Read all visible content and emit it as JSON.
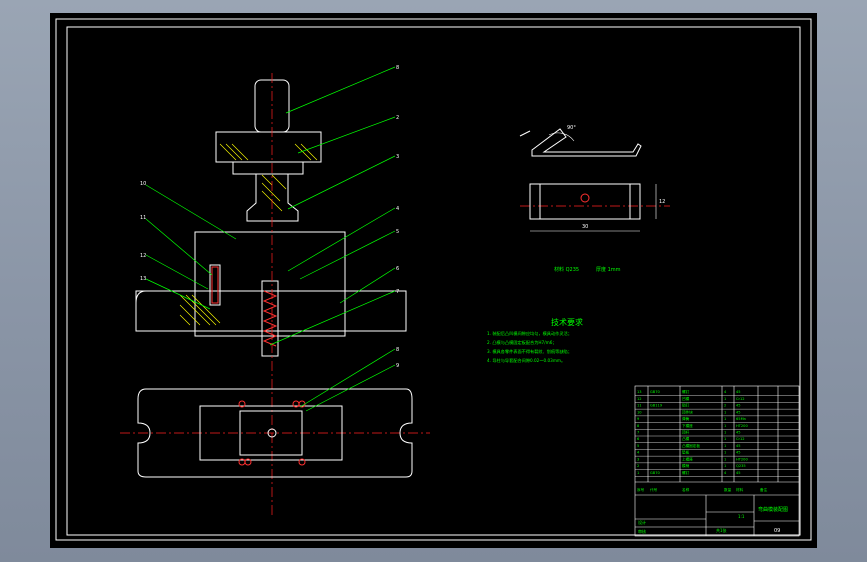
{
  "colors": {
    "background": "#000000",
    "frame": "#ffffff",
    "outline": "#ffffff",
    "leader": "#00ff00",
    "center_line": "#ff2020",
    "hidden": "#ffff00",
    "hatch": "#ffff00",
    "annotation": "#00ff00",
    "title_block_text": "#00ff00"
  },
  "part_numbers": [
    "8",
    "2",
    "3",
    "4",
    "5",
    "6",
    "7",
    "8",
    "9",
    "10",
    "11",
    "12",
    "13"
  ],
  "dimensions": {
    "angle": "90°",
    "length": "30",
    "height": "12"
  },
  "material_line": {
    "material": "材料 Q235",
    "thickness": "厚度 1mm"
  },
  "tech_requirements": {
    "title": "技术要求",
    "items": [
      "1. 装配后凸凹模间隙应均匀，模具动作灵活；",
      "2. 凸模与凸模固定板配合为H7/m6；",
      "3. 模具各零件表面不得有裂纹、划痕等缺陷；",
      "4. 导柱与导套配合间隙0.02～0.03mm。"
    ]
  },
  "title_block": {
    "drawing_title": "弯曲模装配图",
    "scale": "1:1",
    "sheet": "共1张",
    "designer": "设计",
    "checker": "审核",
    "school": "",
    "bom_rows": [
      [
        "13",
        "GB70",
        "螺钉",
        "4",
        "45",
        ""
      ],
      [
        "12",
        "",
        "凹模",
        "1",
        "Cr12",
        ""
      ],
      [
        "11",
        "GB119",
        "销钉",
        "2",
        "45",
        ""
      ],
      [
        "10",
        "",
        "顶件块",
        "1",
        "45",
        ""
      ],
      [
        "9",
        "",
        "弹簧",
        "1",
        "65Mn",
        ""
      ],
      [
        "8",
        "",
        "下模座",
        "1",
        "HT200",
        ""
      ],
      [
        "7",
        "",
        "顶杆",
        "1",
        "45",
        ""
      ],
      [
        "6",
        "",
        "凸模",
        "1",
        "Cr12",
        ""
      ],
      [
        "5",
        "",
        "凸模固定板",
        "1",
        "45",
        ""
      ],
      [
        "4",
        "",
        "垫板",
        "1",
        "45",
        ""
      ],
      [
        "3",
        "",
        "上模座",
        "1",
        "HT200",
        ""
      ],
      [
        "2",
        "",
        "模柄",
        "1",
        "Q235",
        ""
      ],
      [
        "1",
        "GB70",
        "螺钉",
        "4",
        "45",
        ""
      ]
    ],
    "header": [
      "序号",
      "代号",
      "名称",
      "数量",
      "材料",
      "备注"
    ]
  }
}
